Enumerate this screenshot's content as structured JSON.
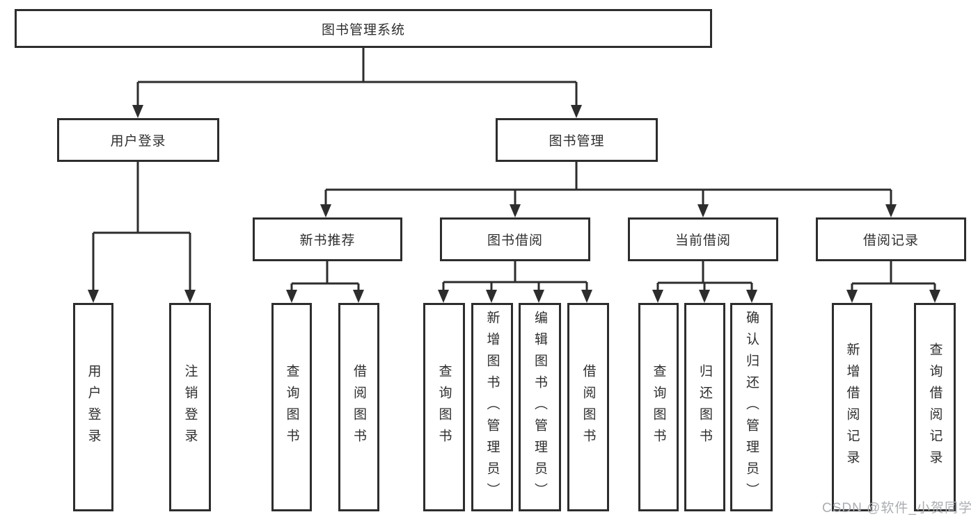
{
  "diagram": {
    "root": {
      "label": "图书管理系统"
    },
    "branches": [
      {
        "label": "用户登录",
        "children": [
          {
            "label": "用户登录"
          },
          {
            "label": "注销登录"
          }
        ]
      },
      {
        "label": "图书管理",
        "children": [
          {
            "label": "新书推荐",
            "children": [
              {
                "label": "查询图书"
              },
              {
                "label": "借阅图书"
              }
            ]
          },
          {
            "label": "图书借阅",
            "children": [
              {
                "label": "查询图书"
              },
              {
                "label": "新增图书（管理员）"
              },
              {
                "label": "编辑图书（管理员）"
              },
              {
                "label": "借阅图书"
              }
            ]
          },
          {
            "label": "当前借阅",
            "children": [
              {
                "label": "查询图书"
              },
              {
                "label": "归还图书"
              },
              {
                "label": "确认归还（管理员）"
              }
            ]
          },
          {
            "label": "借阅记录",
            "children": [
              {
                "label": "新增借阅记录"
              },
              {
                "label": "查询借阅记录"
              }
            ]
          }
        ]
      }
    ]
  },
  "colors": {
    "line": "#2d2d2d",
    "text": "#2e2e2e",
    "background": "#ffffff",
    "watermark_text": "#aaadb2"
  },
  "watermark": {
    "text": "CSDN @软件_小贺同学"
  }
}
